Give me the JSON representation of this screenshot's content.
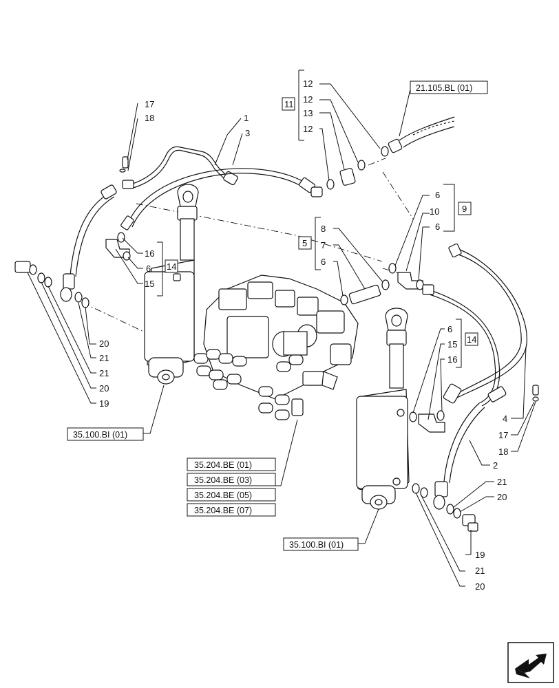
{
  "references": {
    "r21105": "21.105.BL (01)",
    "r35100a": "35.100.BI (01)",
    "r35100b": "35.100.BI (01)",
    "r35204_1": "35.204.BE (01)",
    "r35204_3": "35.204.BE (03)",
    "r35204_5": "35.204.BE (05)",
    "r35204_7": "35.204.BE (07)"
  },
  "groups": {
    "g11": "11",
    "g9": "9",
    "g5": "5",
    "g14a": "14",
    "g14b": "14"
  },
  "callouts": {
    "c17a": "17",
    "c18a": "18",
    "c1": "1",
    "c3": "3",
    "c12a": "12",
    "c12b": "12",
    "c13": "13",
    "c12c": "12",
    "c6a": "6",
    "c10": "10",
    "c6b": "6",
    "c8": "8",
    "c7": "7",
    "c6c": "6",
    "c16a": "16",
    "c6d": "6",
    "c15a": "15",
    "c20a": "20",
    "c21a": "21",
    "c21b": "21",
    "c20b": "20",
    "c19a": "19",
    "c6e": "6",
    "c15b": "15",
    "c16b": "16",
    "c4": "4",
    "c17b": "17",
    "c18b": "18",
    "c2": "2",
    "c21c": "21",
    "c20c": "20",
    "c19b": "19",
    "c21d": "21",
    "c20d": "20"
  },
  "icons": {
    "nav": "next-page-arrow-icon"
  }
}
